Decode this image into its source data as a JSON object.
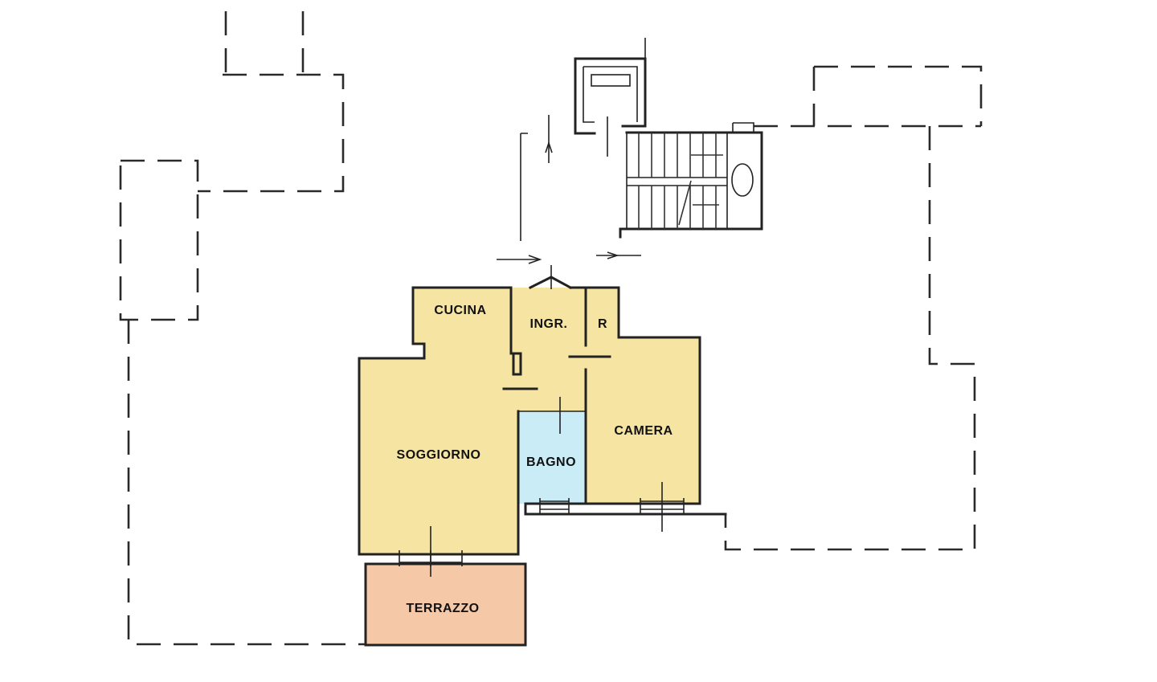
{
  "colors": {
    "living": "#f6e4a2",
    "bath": "#c9ecf6",
    "terrace": "#f5c8a8",
    "line": "#222222"
  },
  "rooms": {
    "cucina": "CUCINA",
    "ingresso": "INGR.",
    "ripostiglio": "R",
    "soggiorno": "SOGGIORNO",
    "bagno": "BAGNO",
    "camera": "CAMERA",
    "terrazzo": "TERRAZZO"
  }
}
